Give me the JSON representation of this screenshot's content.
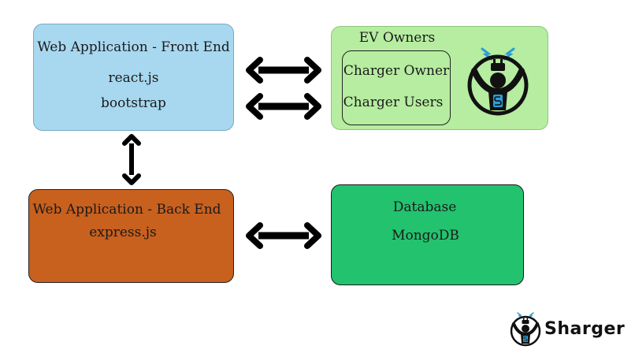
{
  "frontend": {
    "title": "Web Application - Front End",
    "tech1": "react.js",
    "tech2": "bootstrap"
  },
  "backend": {
    "title": "Web Application - Back End",
    "tech1": "express.js"
  },
  "ev_owners": {
    "title": "EV Owners",
    "item1": "Charger Owner",
    "item2": "Charger Users"
  },
  "database": {
    "title": "Database",
    "tech1": "MongoDB"
  },
  "brand": {
    "name": "Sharger",
    "logo_icon": "sharger-logo-icon"
  },
  "colors": {
    "frontend": "#a8d8f0",
    "backend": "#c8601e",
    "ev_owners": "#b6eda0",
    "database": "#23c26e",
    "logo_accent": "#2a9fd8"
  }
}
